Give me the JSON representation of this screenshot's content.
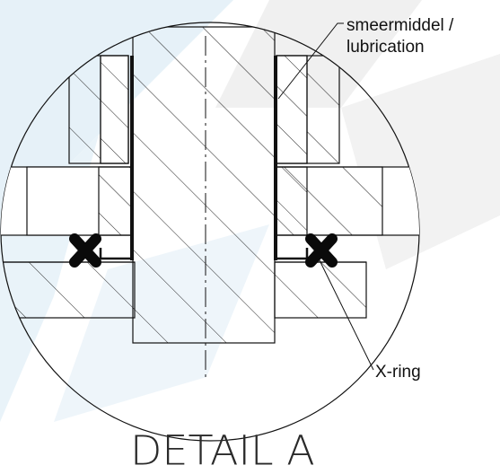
{
  "labels": {
    "lubrication_line1": "smeermiddel /",
    "lubrication_line2": "lubrication",
    "xring": "X-ring",
    "detail_title": "DETAIL A"
  },
  "colors": {
    "background": "#ffffff",
    "watermark_blue": "#e6f1f8",
    "watermark_grey": "#eeeeee",
    "line": "#111111",
    "seal": "#0a0a0a"
  }
}
